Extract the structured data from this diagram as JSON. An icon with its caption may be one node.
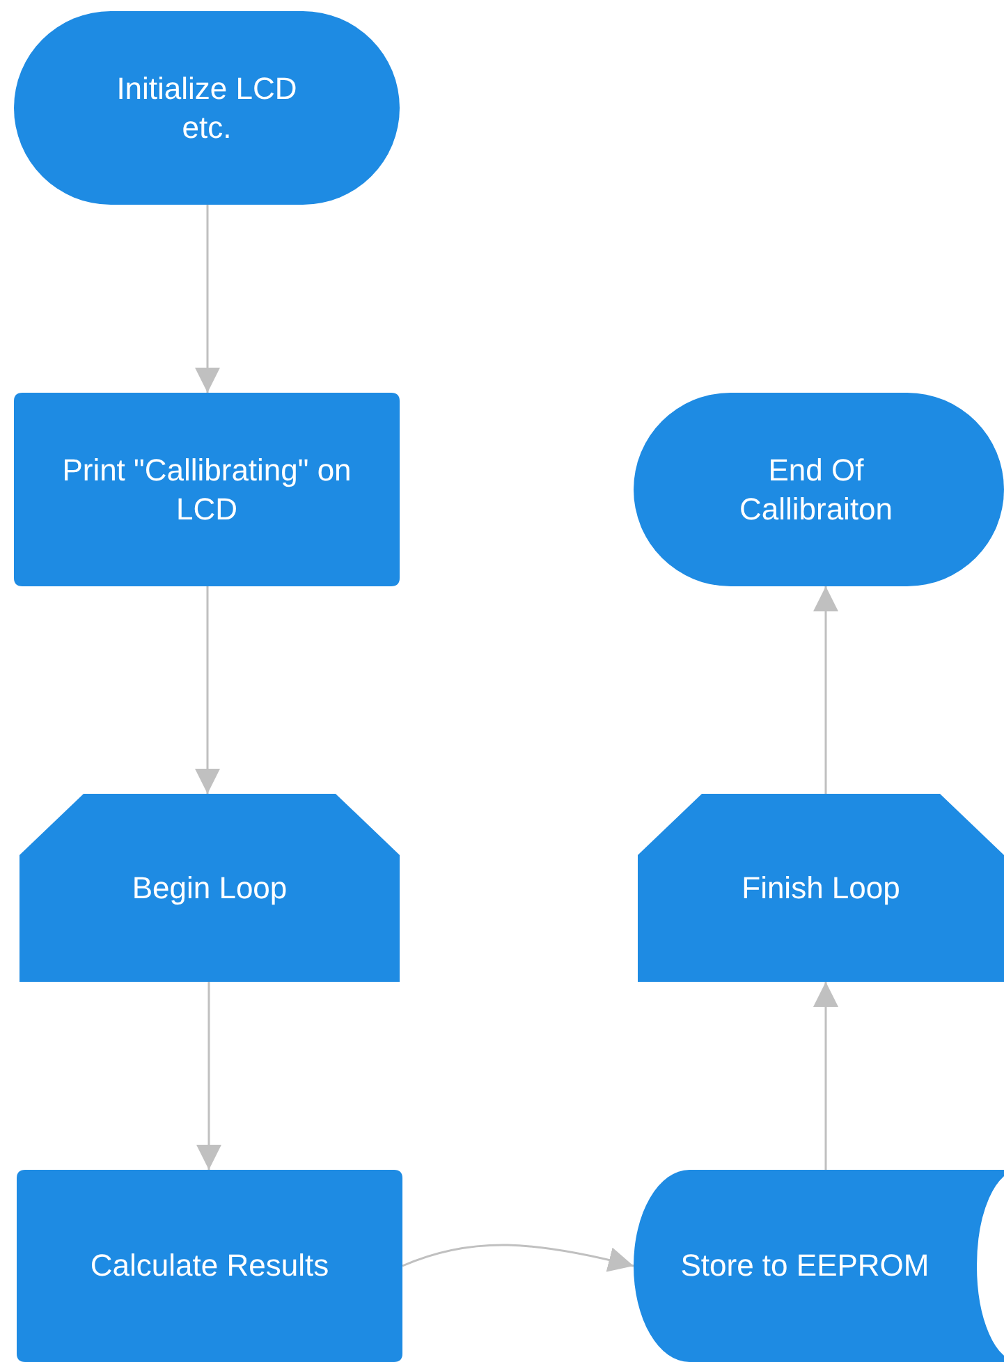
{
  "diagram": {
    "nodes": [
      {
        "text": [
          "Initialize LCD etc."
        ]
      },
      {
        "text": [
          "Print \"Callibrating\" on LCD"
        ]
      },
      {
        "text": [
          "Begin Loop"
        ]
      },
      {
        "text": [
          "Calculate Results"
        ]
      },
      {
        "text": [
          "Store to EEPROM"
        ]
      },
      {
        "text": [
          "Finish Loop"
        ]
      },
      {
        "text": [
          "End Of Callibraiton"
        ]
      }
    ],
    "edges": [
      {
        "from": 0,
        "to": 1,
        "arrow": "to"
      },
      {
        "from": 1,
        "to": 2,
        "arrow": "to"
      },
      {
        "from": 2,
        "to": 3,
        "arrow": "to"
      },
      {
        "from": 3,
        "to": 4,
        "arrow": "to"
      },
      {
        "from": 4,
        "to": 5,
        "arrow": "to"
      },
      {
        "from": 5,
        "to": 6,
        "arrow": "to"
      }
    ]
  }
}
